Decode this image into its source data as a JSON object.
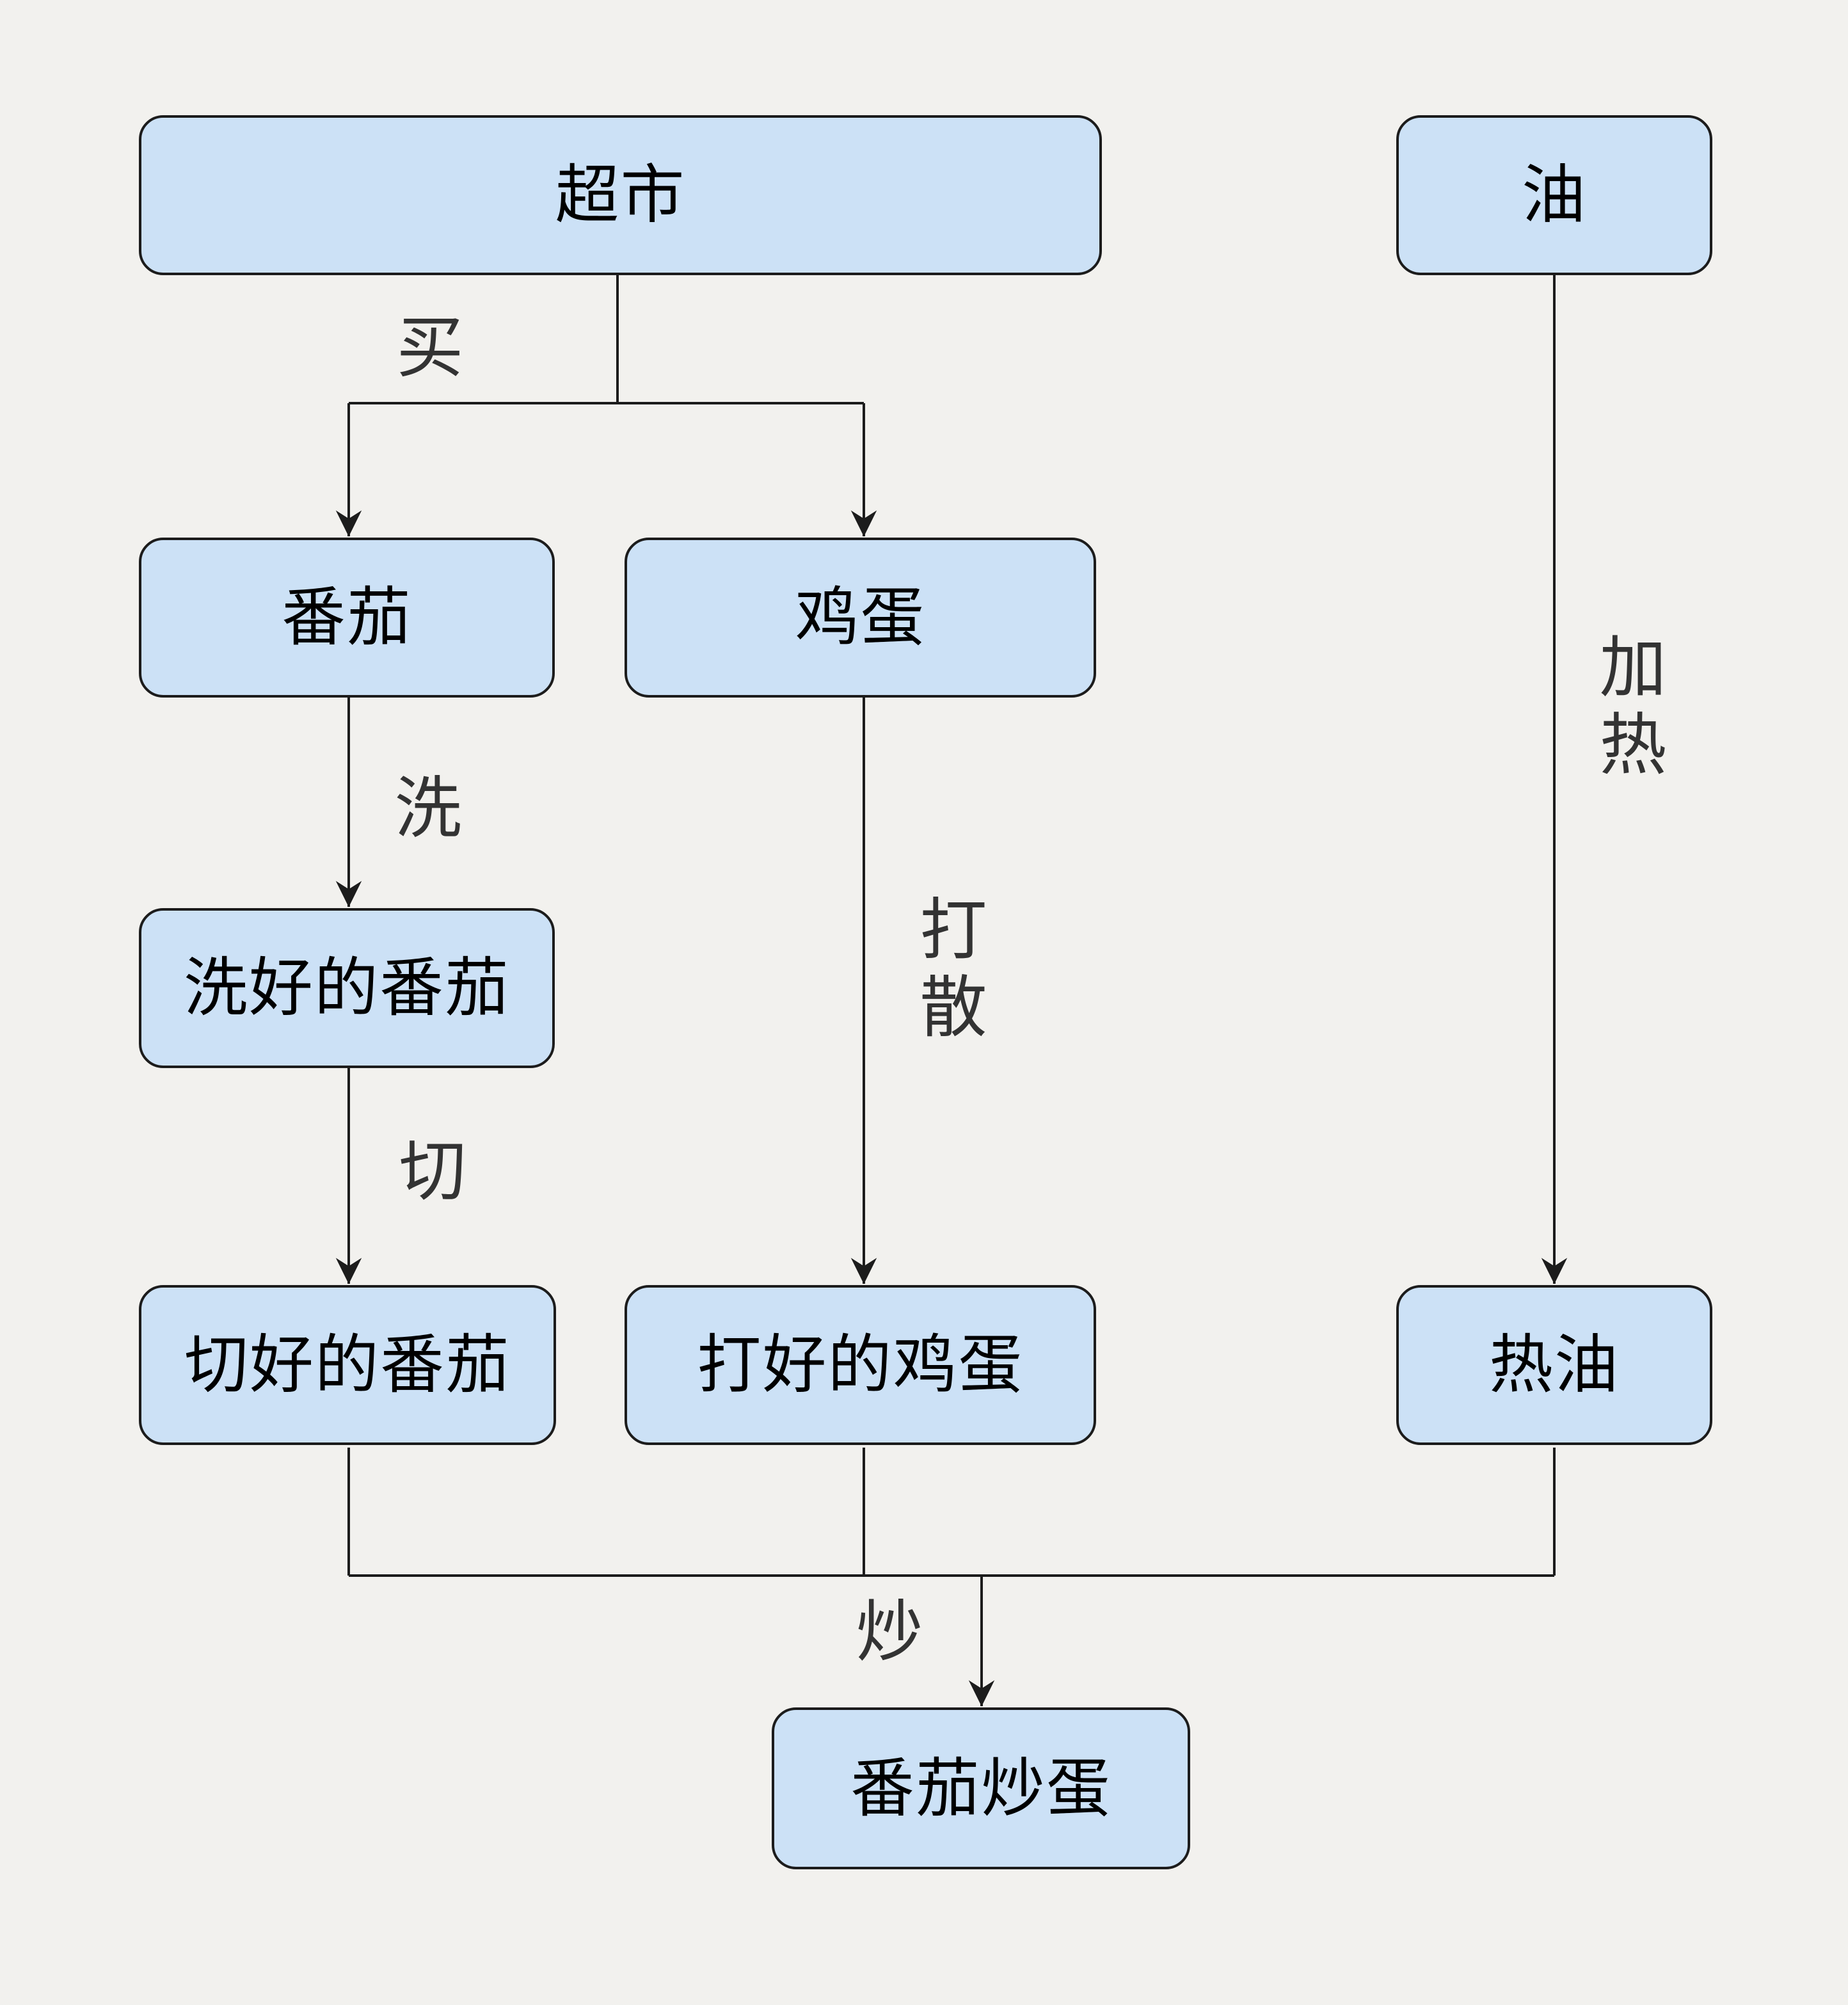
{
  "colors": {
    "background": "#f2f1ee",
    "node_fill": "#cce1f6",
    "node_border": "#1c1c1c",
    "line": "#1c1c1c",
    "node_text": "#000000",
    "edge_label_text": "#333333"
  },
  "diagram": {
    "type": "flowchart",
    "nodes": {
      "supermarket": {
        "label": "超市"
      },
      "oil": {
        "label": "油"
      },
      "tomato": {
        "label": "番茄"
      },
      "egg": {
        "label": "鸡蛋"
      },
      "washed_tomato": {
        "label": "洗好的番茄"
      },
      "cut_tomato": {
        "label": "切好的番茄"
      },
      "beaten_egg": {
        "label": "打好的鸡蛋"
      },
      "hot_oil": {
        "label": "热油"
      },
      "dish": {
        "label": "番茄炒蛋"
      }
    },
    "edge_labels": {
      "buy": "买",
      "wash": "洗",
      "cut": "切",
      "beat": "打散",
      "heat": "加热",
      "fry": "炒"
    },
    "edges": [
      {
        "from": "supermarket",
        "to": "tomato",
        "label": "买"
      },
      {
        "from": "supermarket",
        "to": "egg",
        "label": "买"
      },
      {
        "from": "tomato",
        "to": "washed_tomato",
        "label": "洗"
      },
      {
        "from": "washed_tomato",
        "to": "cut_tomato",
        "label": "切"
      },
      {
        "from": "egg",
        "to": "beaten_egg",
        "label": "打散"
      },
      {
        "from": "oil",
        "to": "hot_oil",
        "label": "加热"
      },
      {
        "from": "cut_tomato",
        "to": "dish",
        "label": "炒"
      },
      {
        "from": "beaten_egg",
        "to": "dish",
        "label": "炒"
      },
      {
        "from": "hot_oil",
        "to": "dish",
        "label": "炒"
      }
    ]
  }
}
